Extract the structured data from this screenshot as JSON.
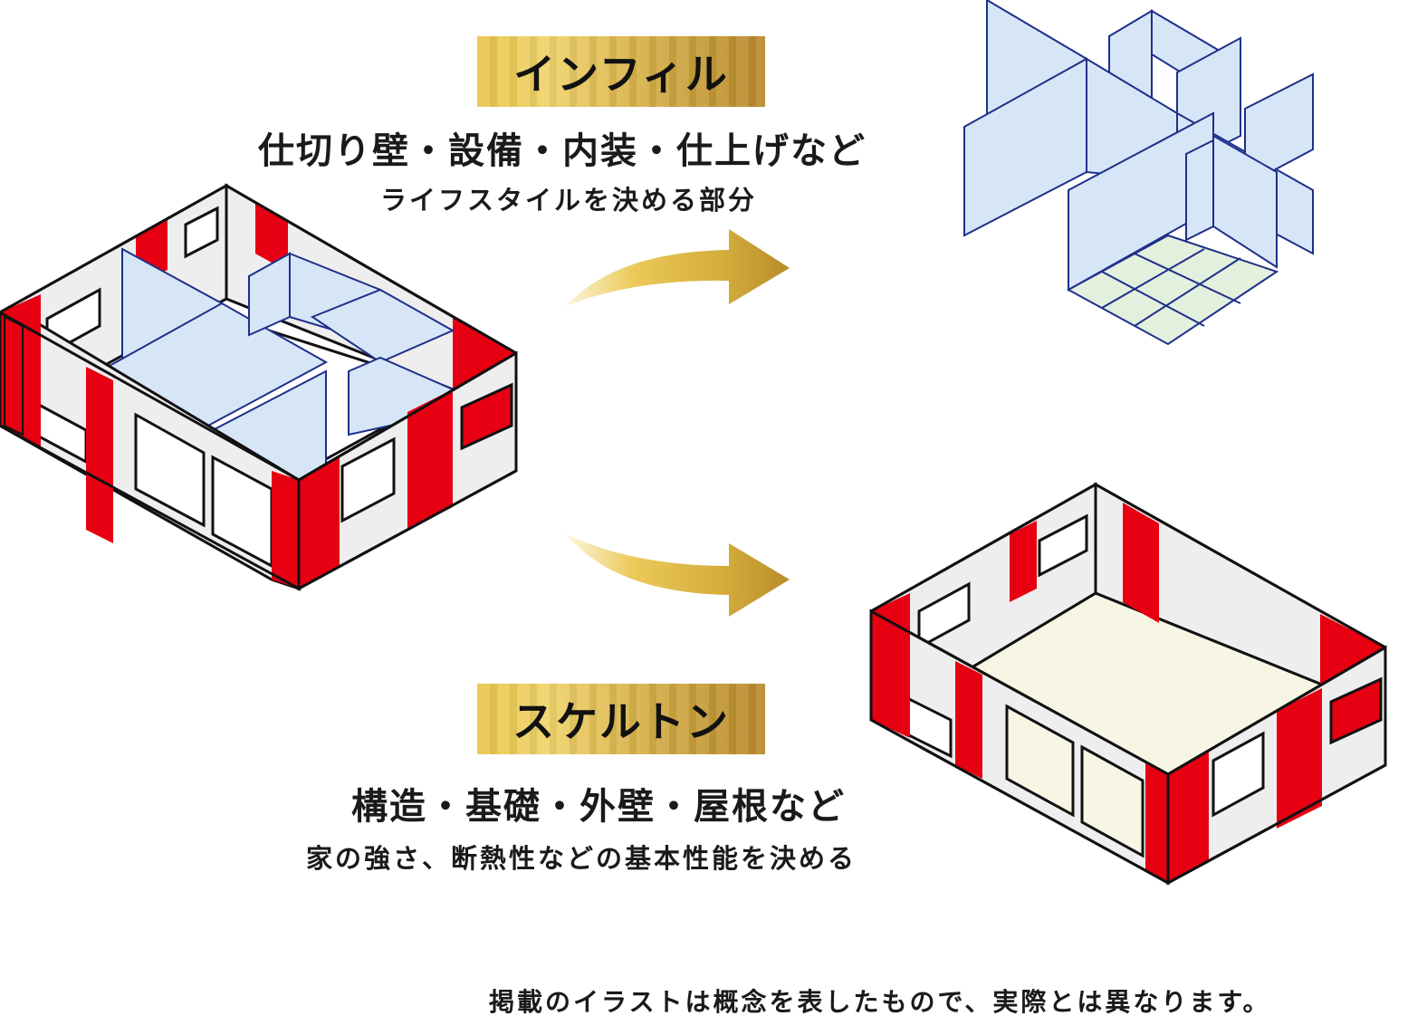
{
  "infill": {
    "label": "インフィル",
    "heading": "仕切り壁・設備・内装・仕上げなど",
    "description": "ライフスタイルを決める部分"
  },
  "skeleton": {
    "label": "スケルトン",
    "heading": "構造・基礎・外壁・屋根など",
    "description": "家の強さ、断熱性などの基本性能を決める"
  },
  "footnote": "掲載のイラストは概念を表したもので、実際とは異なります。",
  "colors": {
    "structure_red": "#e60012",
    "wall_gray": "#eeeeee",
    "partition_blue": "#d6e6f7",
    "partition_line": "#1f2f8a",
    "floor_cream": "#f7f5e4",
    "floor_grid": "#e3f0de",
    "arrow_gold": "#d4ad3c"
  },
  "icons": [
    "arrow-right-icon",
    "arrow-right-icon"
  ]
}
